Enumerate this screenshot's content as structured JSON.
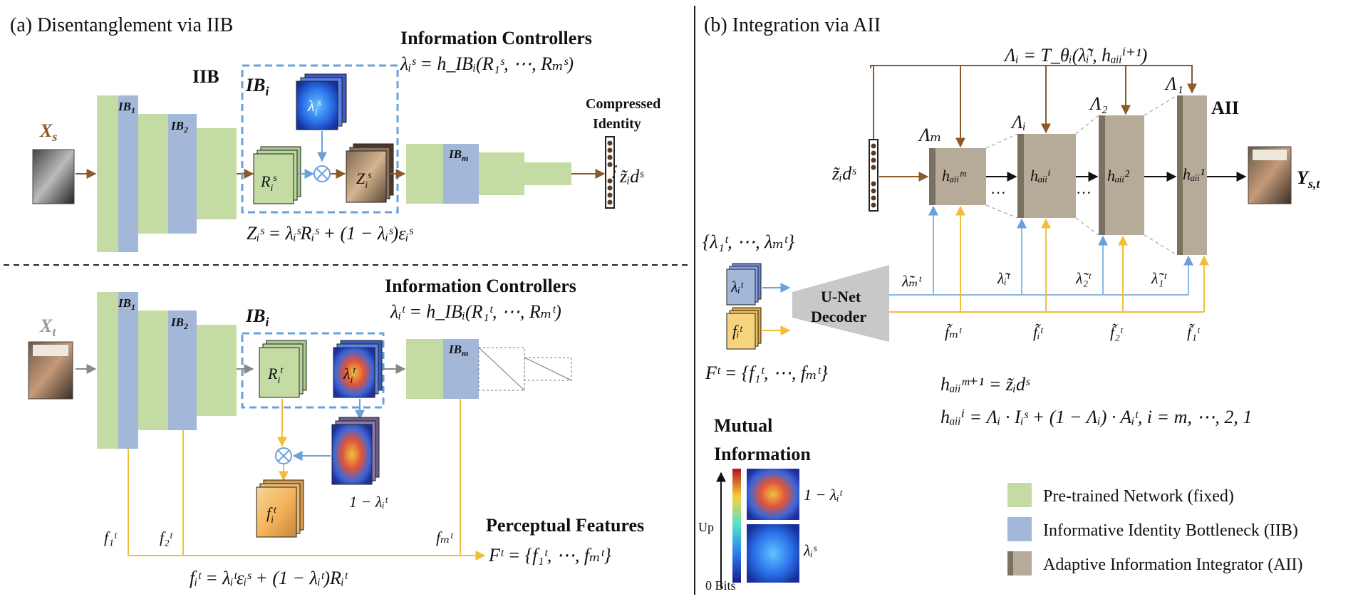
{
  "panel_a": {
    "title": "(a) Disentanglement via IIB",
    "iib_label": "IIB",
    "ib_i": "IB_i",
    "top": {
      "input": "X_s",
      "ib_blocks": [
        "IB_1",
        "IB_2",
        "IB_m"
      ],
      "controllers_heading": "Information Controllers",
      "controllers_eq": "λᵢˢ = h_IBᵢ(R₁ˢ, ⋯, Rₘˢ)",
      "r_label": "Rᵢˢ",
      "z_label": "Zᵢˢ",
      "lambda_label": "λᵢˢ",
      "compressed_label": [
        "Compressed",
        "Identity"
      ],
      "z_tilde": "z̃ᵢdˢ",
      "z_eq": "Zᵢˢ = λᵢˢRᵢˢ + (1 − λᵢˢ)εᵢˢ"
    },
    "bottom": {
      "input": "X_t",
      "ib_blocks": [
        "IB_1",
        "IB_2",
        "IB_m"
      ],
      "controllers_heading": "Information Controllers",
      "controllers_eq": "λᵢᵗ = h_IBᵢ(R₁ᵗ, ⋯, Rₘᵗ)",
      "r_label": "Rᵢᵗ",
      "lambda_label": "λᵢᵗ",
      "one_minus": "1 − λᵢᵗ",
      "f_label": "fᵢᵗ",
      "f_points": [
        "f₁ᵗ",
        "f₂ᵗ",
        "fₘᵗ"
      ],
      "perceptual_heading": "Perceptual Features",
      "F_eq": "Fᵗ = {f₁ᵗ, ⋯, fₘᵗ}",
      "f_eq": "fᵢᵗ = λᵢᵗεᵢˢ + (1 − λᵢᵗ)Rᵢᵗ"
    }
  },
  "panel_b": {
    "title": "(b) Integration via AII",
    "top_eq": "Λᵢ = T_θᵢ(λ̃ᵢᵗ, hₐᵢᵢⁱ⁺¹)",
    "aii_label": "AII",
    "z_tilde": "z̃ᵢdˢ",
    "blocks": [
      {
        "Lambda": "Λₘ",
        "h": "hₐᵢᵢᵐ",
        "lt": "λ̃ₘᵗ",
        "ft": "f̃ₘᵗ"
      },
      {
        "Lambda": "Λᵢ",
        "h": "hₐᵢᵢⁱ",
        "lt": "λ̃ᵢᵗ",
        "ft": "f̃ᵢᵗ"
      },
      {
        "Lambda": "Λ₂",
        "h": "hₐᵢᵢ²",
        "lt": "λ̃₂ᵗ",
        "ft": "f̃₂ᵗ"
      },
      {
        "Lambda": "Λ₁",
        "h": "hₐᵢᵢ¹",
        "lt": "λ̃₁ᵗ",
        "ft": "f̃₁ᵗ"
      }
    ],
    "dots": "···",
    "output": "Y_s,t",
    "lambda_set": "{λ₁ᵗ, ⋯, λₘᵗ}",
    "lambda_card": "λᵢᵗ",
    "f_card": "fᵢᵗ",
    "unet": [
      "U-Net",
      "Decoder"
    ],
    "F_eq": "Fᵗ = {f₁ᵗ, ⋯, fₘᵗ}",
    "eq1": "hₐᵢᵢᵐ⁺¹ = z̃ᵢdˢ",
    "eq2": "hₐᵢᵢⁱ = Λᵢ · Iᵢˢ + (1 − Λᵢ) · Aᵢᵗ,  i = m, ⋯, 2, 1",
    "mi": {
      "heading": [
        "Mutual",
        "Information"
      ],
      "up": "Up",
      "zero": "0 Bits",
      "one_minus": "1 − λᵢᵗ",
      "lambda_s": "λᵢˢ"
    },
    "legend": [
      {
        "label": "Pre-trained Network (fixed)",
        "color": "#c4dca3"
      },
      {
        "label": "Informative Identity Bottleneck (IIB)",
        "color": "#a3b7d9"
      },
      {
        "label": "Adaptive Information Integrator (AII)",
        "color": "#b6ab99"
      }
    ]
  },
  "colors": {
    "green": "#c4dca3",
    "blue": "#a3b7d9",
    "tan": "#b6ab99",
    "tan_dark": "#7b7162",
    "brown_arrow": "#8a5a2b",
    "yellow_line": "#f2bd3a",
    "light_blue_line": "#8ab7e3",
    "dash_blue": "#6aa2d8"
  }
}
